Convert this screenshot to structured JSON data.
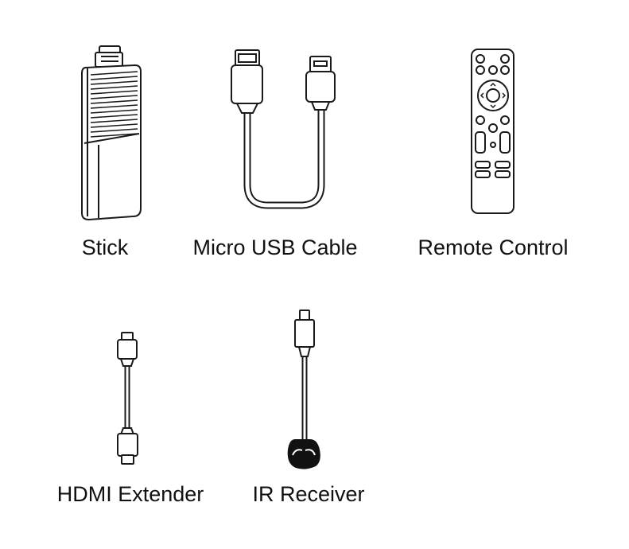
{
  "colors": {
    "stroke": "#1a1a1a",
    "fill": "#ffffff",
    "dark": "#111111"
  },
  "items": [
    {
      "label": "Stick",
      "icon": "hdmi-stick-icon"
    },
    {
      "label": "Micro USB Cable",
      "icon": "usb-cable-icon"
    },
    {
      "label": "Remote Control",
      "icon": "remote-control-icon"
    },
    {
      "label": "HDMI Extender",
      "icon": "hdmi-extender-icon"
    },
    {
      "label": "IR Receiver",
      "icon": "ir-receiver-icon"
    }
  ]
}
